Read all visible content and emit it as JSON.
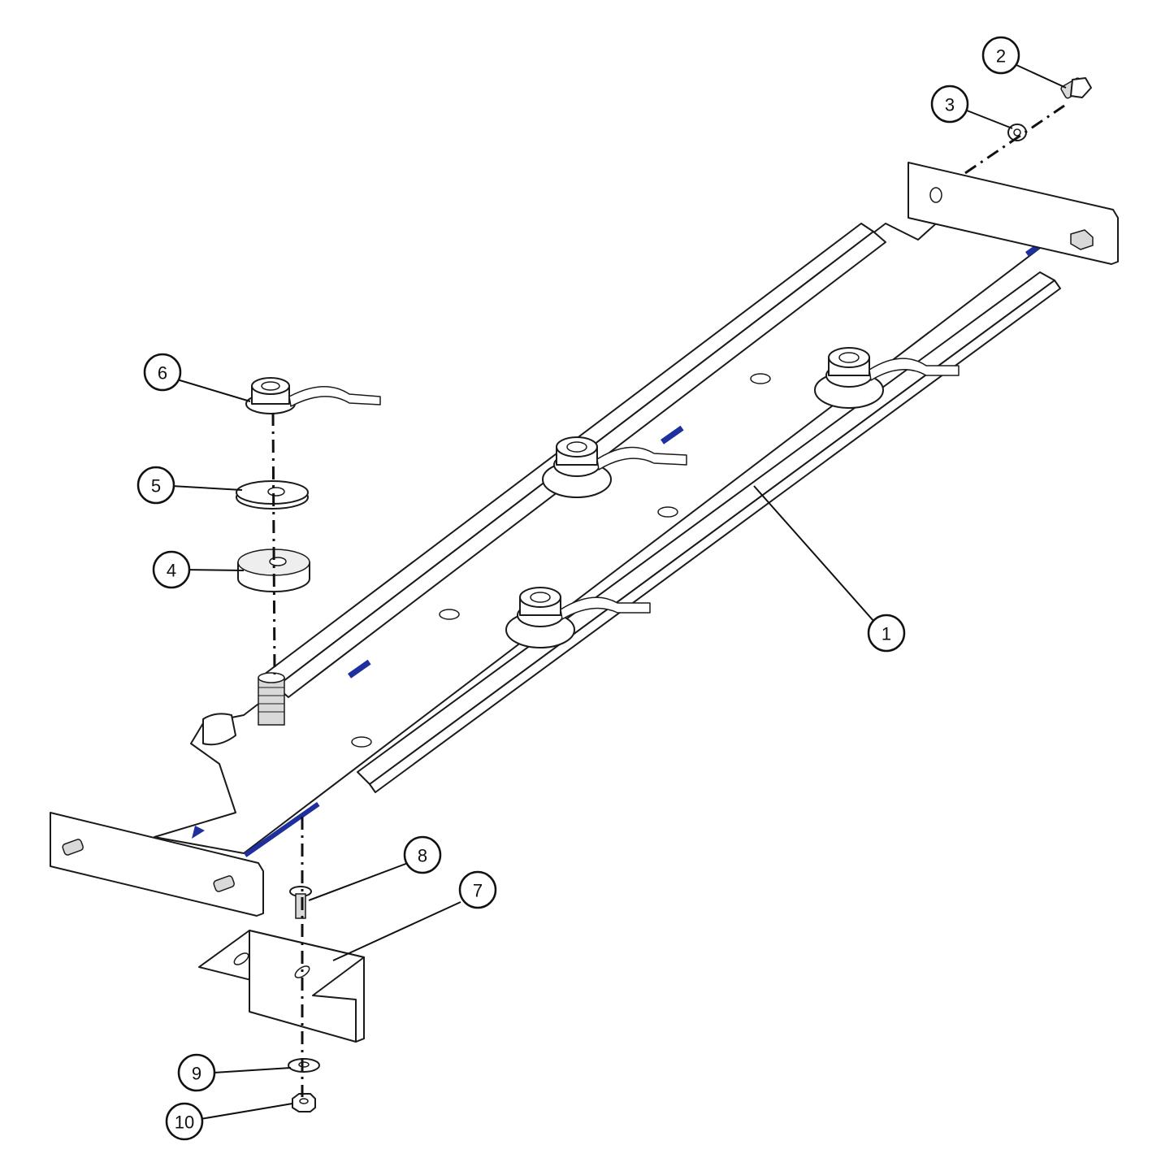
{
  "callouts": [
    {
      "label": "1"
    },
    {
      "label": "2"
    },
    {
      "label": "3"
    },
    {
      "label": "4"
    },
    {
      "label": "5"
    },
    {
      "label": "6"
    },
    {
      "label": "7"
    },
    {
      "label": "8"
    },
    {
      "label": "9"
    },
    {
      "label": "10"
    }
  ],
  "colors": {
    "accent_blue": "#1f2f9e",
    "line": "#1a1a1a",
    "background": "#ffffff"
  }
}
